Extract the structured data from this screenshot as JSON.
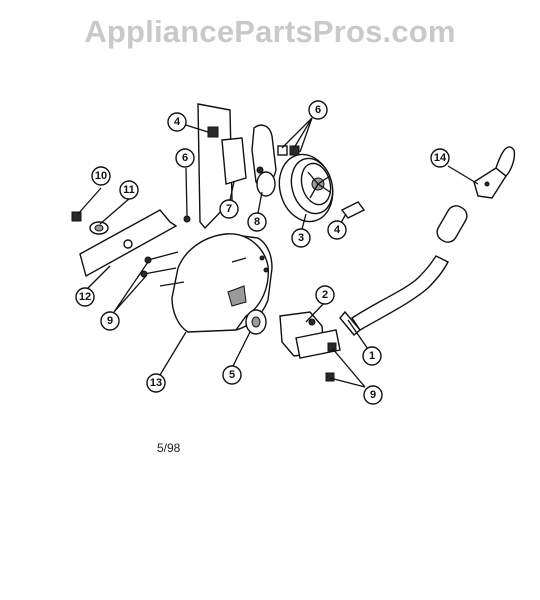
{
  "watermark": "AppliancePartsPros.com",
  "date_code": "5/98",
  "callouts": {
    "c1": "1",
    "c2": "2",
    "c3": "3",
    "c4a": "4",
    "c4b": "4",
    "c5": "5",
    "c6a": "6",
    "c6b": "6",
    "c7": "7",
    "c8": "8",
    "c9a": "9",
    "c9b": "9",
    "c10": "10",
    "c11": "11",
    "c12": "12",
    "c13": "13",
    "c14": "14"
  },
  "colors": {
    "line": "#111111",
    "watermark": "#c9c9c9",
    "shade": "#9a9a9a"
  }
}
